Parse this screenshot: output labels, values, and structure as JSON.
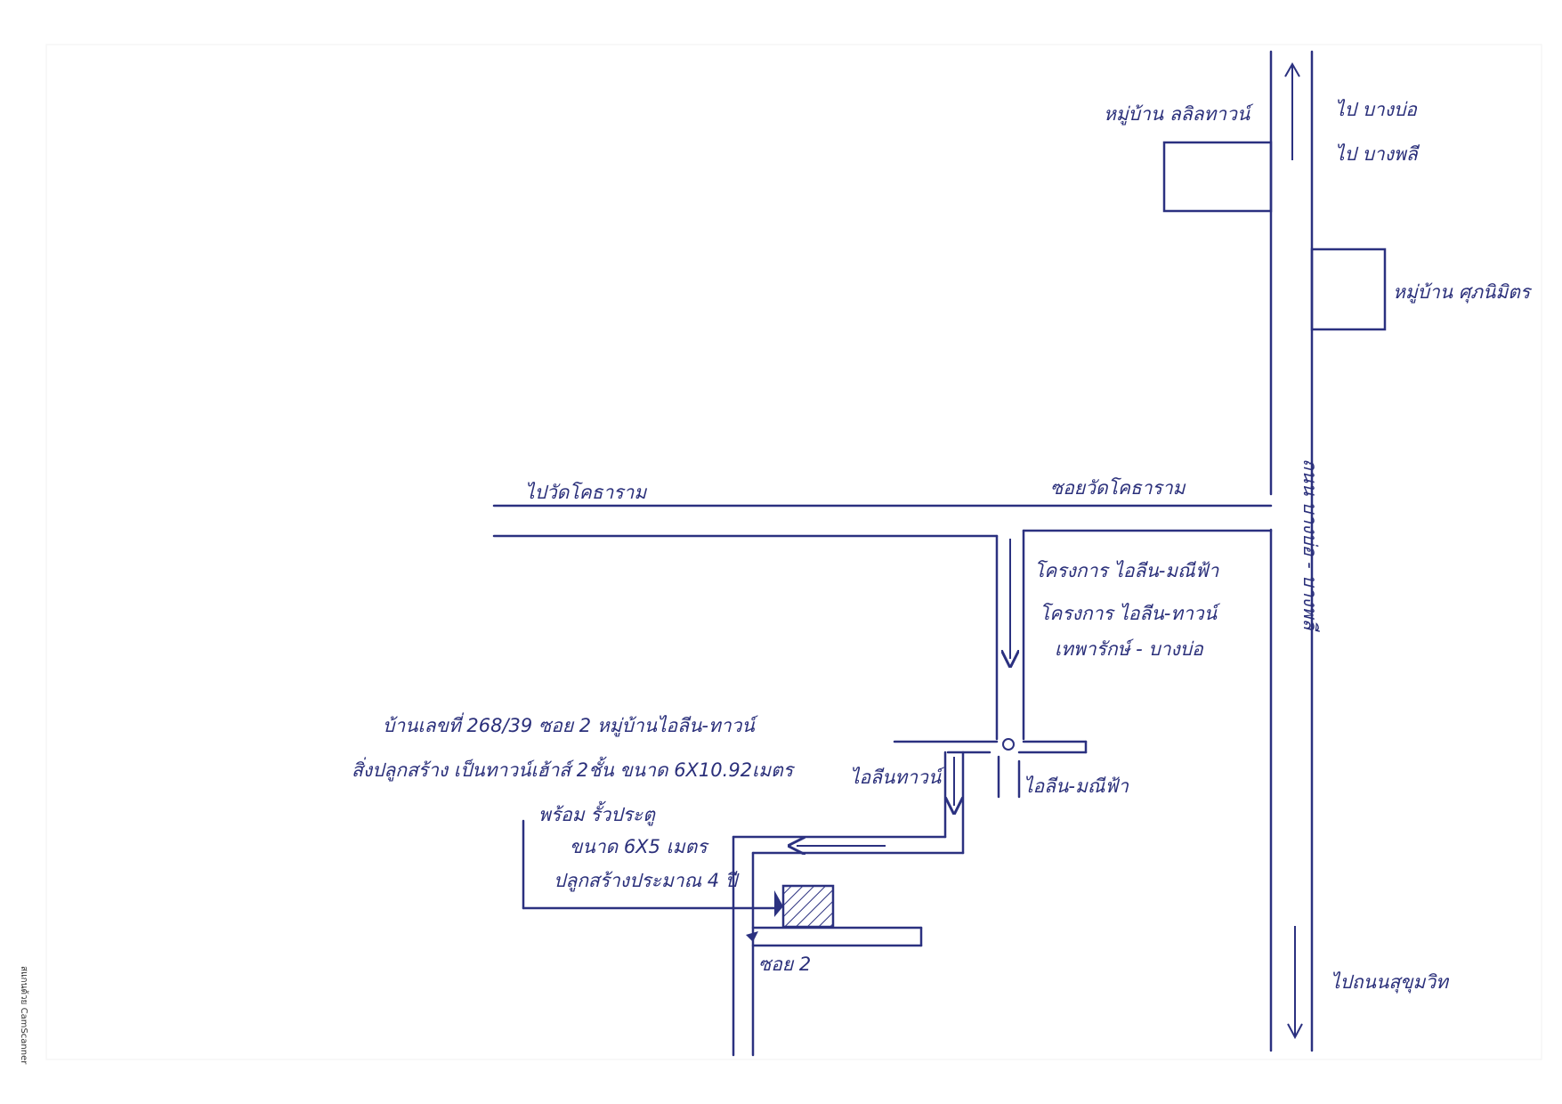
{
  "map": {
    "labels": {
      "north_top_1": "ไป บางบ่อ",
      "north_top_2": "ไป บางพลี",
      "village_top_left": "หมู่บ้าน ลลิลทาวน์",
      "village_right": "หมู่บ้าน ศุภนิมิตร",
      "main_road": "ถนน บางบ่อ - บางพลี",
      "to_temple": "ไปวัดโคธาราม",
      "temple_soi": "ซอยวัดโคธาราม",
      "project_1": "โครงการ ไอลีน-มณีฟ้า",
      "project_2": "โครงการ ไอลีน-ทาวน์",
      "project_3": "เทพารักษ์ - บางบ่อ",
      "ilene_town": "ไอลีนทาวน์",
      "ilene_maneefa": "ไอลีน-มณีฟ้า",
      "address_1": "บ้านเลขที่ 268/39 ซอย 2 หมู่บ้านไอลีน-ทาวน์",
      "address_2": "สิ่งปลูกสร้าง เป็นทาวน์เฮ้าส์ 2ชั้น ขนาด 6X10.92เมตร",
      "note_1": "พร้อม รั้วประตู",
      "note_2": "ขนาด 6X5 เมตร",
      "note_3": "ปลูกสร้างประมาณ 4 ปี",
      "soi_2": "ซอย 2",
      "south": "ไปถนนสุขุมวิท",
      "watermark": "สแกนด้วย CamScanner"
    },
    "colors": {
      "ink": "#2b3180",
      "parcel_hatch": "#2b3180"
    },
    "icons": {
      "north_arrow": "arrow-up-icon",
      "south_arrow": "arrow-down-icon"
    }
  }
}
